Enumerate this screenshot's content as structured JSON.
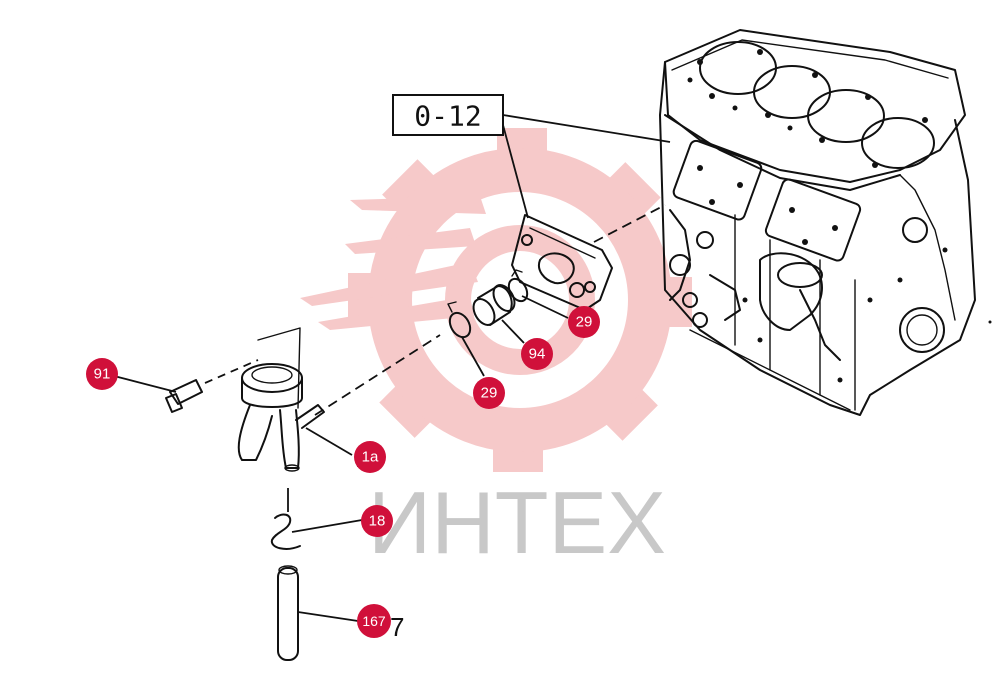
{
  "reference_box": {
    "label": "0-12"
  },
  "watermark": {
    "text": "ИНТЕХ",
    "gear_color": "#f6c9c9",
    "text_color": "#c8c8c8"
  },
  "badge_color": "#d0103a",
  "callouts": [
    {
      "id": "callout-91",
      "label": "91"
    },
    {
      "id": "callout-1a",
      "label": "1a"
    },
    {
      "id": "callout-18",
      "label": "18"
    },
    {
      "id": "callout-167",
      "label": "167"
    },
    {
      "id": "callout-29-lower",
      "label": "29"
    },
    {
      "id": "callout-94",
      "label": "94"
    },
    {
      "id": "callout-29-upper",
      "label": "29"
    }
  ]
}
